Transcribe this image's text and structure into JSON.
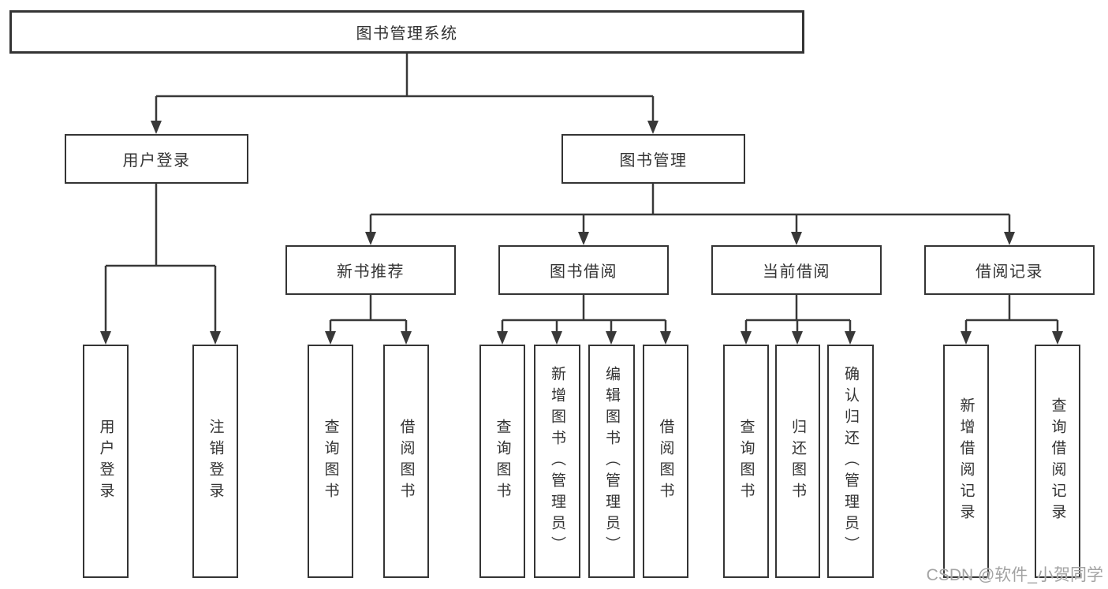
{
  "diagram": {
    "root": {
      "label": "图书管理系统"
    },
    "branches": [
      {
        "label": "用户登录",
        "children": [
          {
            "label": "用户登录"
          },
          {
            "label": "注销登录"
          }
        ]
      },
      {
        "label": "图书管理",
        "children": [
          {
            "label": "新书推荐",
            "children": [
              {
                "label": "查询图书"
              },
              {
                "label": "借阅图书"
              }
            ]
          },
          {
            "label": "图书借阅",
            "children": [
              {
                "label": "查询图书"
              },
              {
                "label": "新增图书（管理员）"
              },
              {
                "label": "编辑图书（管理员）"
              },
              {
                "label": "借阅图书"
              }
            ]
          },
          {
            "label": "当前借阅",
            "children": [
              {
                "label": "查询图书"
              },
              {
                "label": "归还图书"
              },
              {
                "label": "确认归还（管理员）"
              }
            ]
          },
          {
            "label": "借阅记录",
            "children": [
              {
                "label": "新增借阅记录"
              },
              {
                "label": "查询借阅记录"
              }
            ]
          }
        ]
      }
    ]
  },
  "colors": {
    "line": "#383838",
    "box_border": "#343434",
    "text": "#333333",
    "watermark": "#a3a3a3"
  },
  "watermark": {
    "text": "CSDN @软件_小贺同学"
  }
}
